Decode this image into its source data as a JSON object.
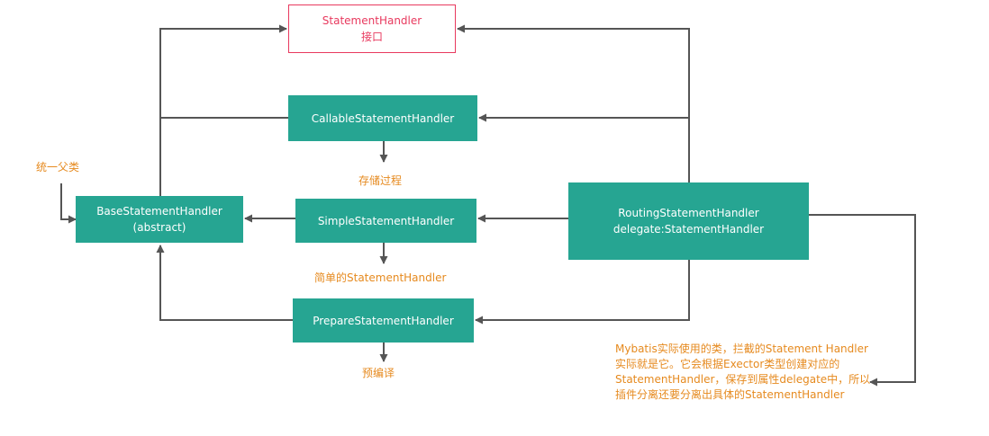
{
  "nodes": {
    "statement_handler": {
      "line1": "StatementHandler",
      "line2": "接口"
    },
    "callable": {
      "label": "CallableStatementHandler"
    },
    "simple": {
      "label": "SimpleStatementHandler"
    },
    "prepare": {
      "label": "PrepareStatementHandler"
    },
    "base": {
      "line1": "BaseStatementHandler",
      "line2": "(abstract)"
    },
    "routing": {
      "line1": "RoutingStatementHandler",
      "line2": "delegate:StatementHandler"
    }
  },
  "labels": {
    "unified_parent": "统一父类",
    "stored_procedure": "存储过程",
    "simple_handler": "简单的StatementHandler",
    "precompile": "预编译",
    "routing_note": "Mybatis实际使用的类，拦截的Statement Handler实际就是它。它会根据Exector类型创建对应的StatementHandler，保存到属性delegate中，所以插件分离还要分离出具体的StatementHandler"
  },
  "colors": {
    "node_fill": "#26a592",
    "interface_border": "#e8395e",
    "annotation_text": "#e68a1f",
    "connector": "#555555"
  }
}
